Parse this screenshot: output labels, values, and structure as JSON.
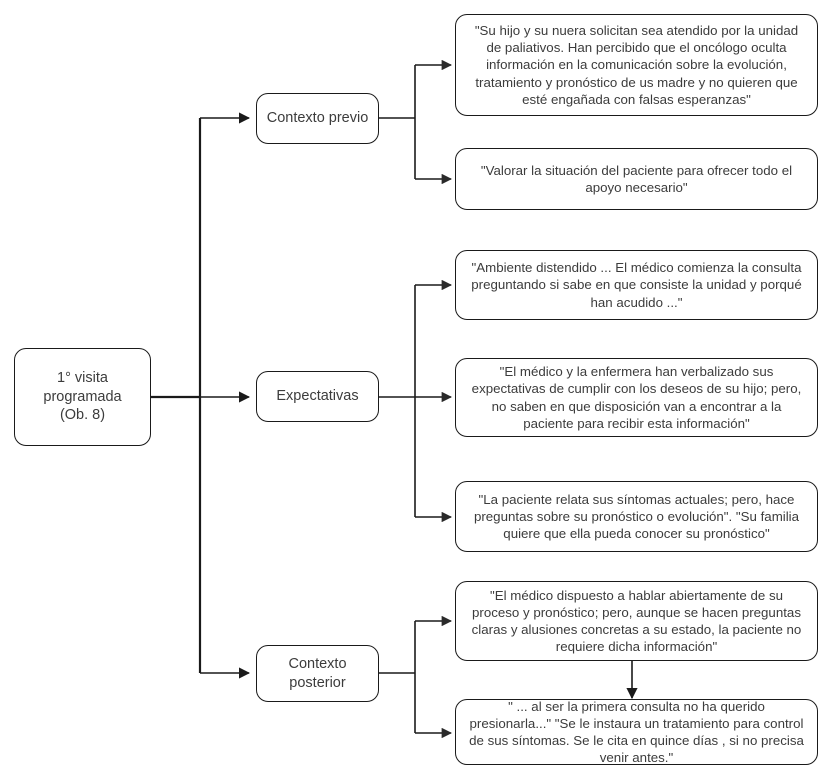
{
  "diagram": {
    "type": "flowchart",
    "title_node": {
      "id": "root",
      "label": "1° visita\nprogramada\n(Ob. 8)",
      "line1": "1° visita",
      "line2": "programada",
      "line3": "(Ob. 8)"
    },
    "stages": [
      {
        "id": "contexto-previo",
        "label": "Contexto previo"
      },
      {
        "id": "expectativas",
        "label": "Expectativas"
      },
      {
        "id": "contexto-posterior",
        "line1": "Contexto",
        "line2": "posterior",
        "label": "Contexto posterior"
      }
    ],
    "quotes": {
      "contexto_previo": [
        {
          "id": "q1",
          "text": "\"Su hijo y su nuera solicitan sea atendido por la unidad de paliativos. Han percibido que el oncólogo oculta información en la comunicación sobre la evolución, tratamiento y pronóstico de us madre y no quieren que esté engañada con falsas esperanzas\""
        },
        {
          "id": "q2",
          "text": "\"Valorar la situación del paciente para ofrecer todo el apoyo necesario\""
        }
      ],
      "expectativas": [
        {
          "id": "q3",
          "text": "\"Ambiente distendido ... El médico comienza la consulta preguntando si sabe en que consiste la unidad y porqué han acudido ...\""
        },
        {
          "id": "q4",
          "text": "\"El médico y la enfermera han verbalizado sus expectativas de cumplir con los deseos de su hijo; pero, no saben en que disposición van a encontrar a la paciente para recibir esta información\""
        },
        {
          "id": "q5",
          "text": "\"La paciente relata sus síntomas actuales; pero, hace preguntas sobre su pronóstico o evolución\". \"Su familia quiere que ella pueda conocer su pronóstico\""
        }
      ],
      "contexto_posterior": [
        {
          "id": "q6",
          "text": "\"El médico dispuesto a hablar abiertamente de su proceso y pronóstico; pero, aunque se hacen preguntas claras y alusiones concretas a su estado, la paciente no requiere dicha información\""
        },
        {
          "id": "q7",
          "text": "\" ... al ser la primera consulta no ha querido presionarla...\" \"Se le instaura un tratamiento para control de sus síntomas. Se le cita en quince días , si no precisa venir antes.\""
        }
      ]
    },
    "colors": {
      "stroke": "#1a1a1a",
      "connector": "#3c3c3c",
      "text": "#3c3c3c",
      "background": "#ffffff"
    }
  }
}
